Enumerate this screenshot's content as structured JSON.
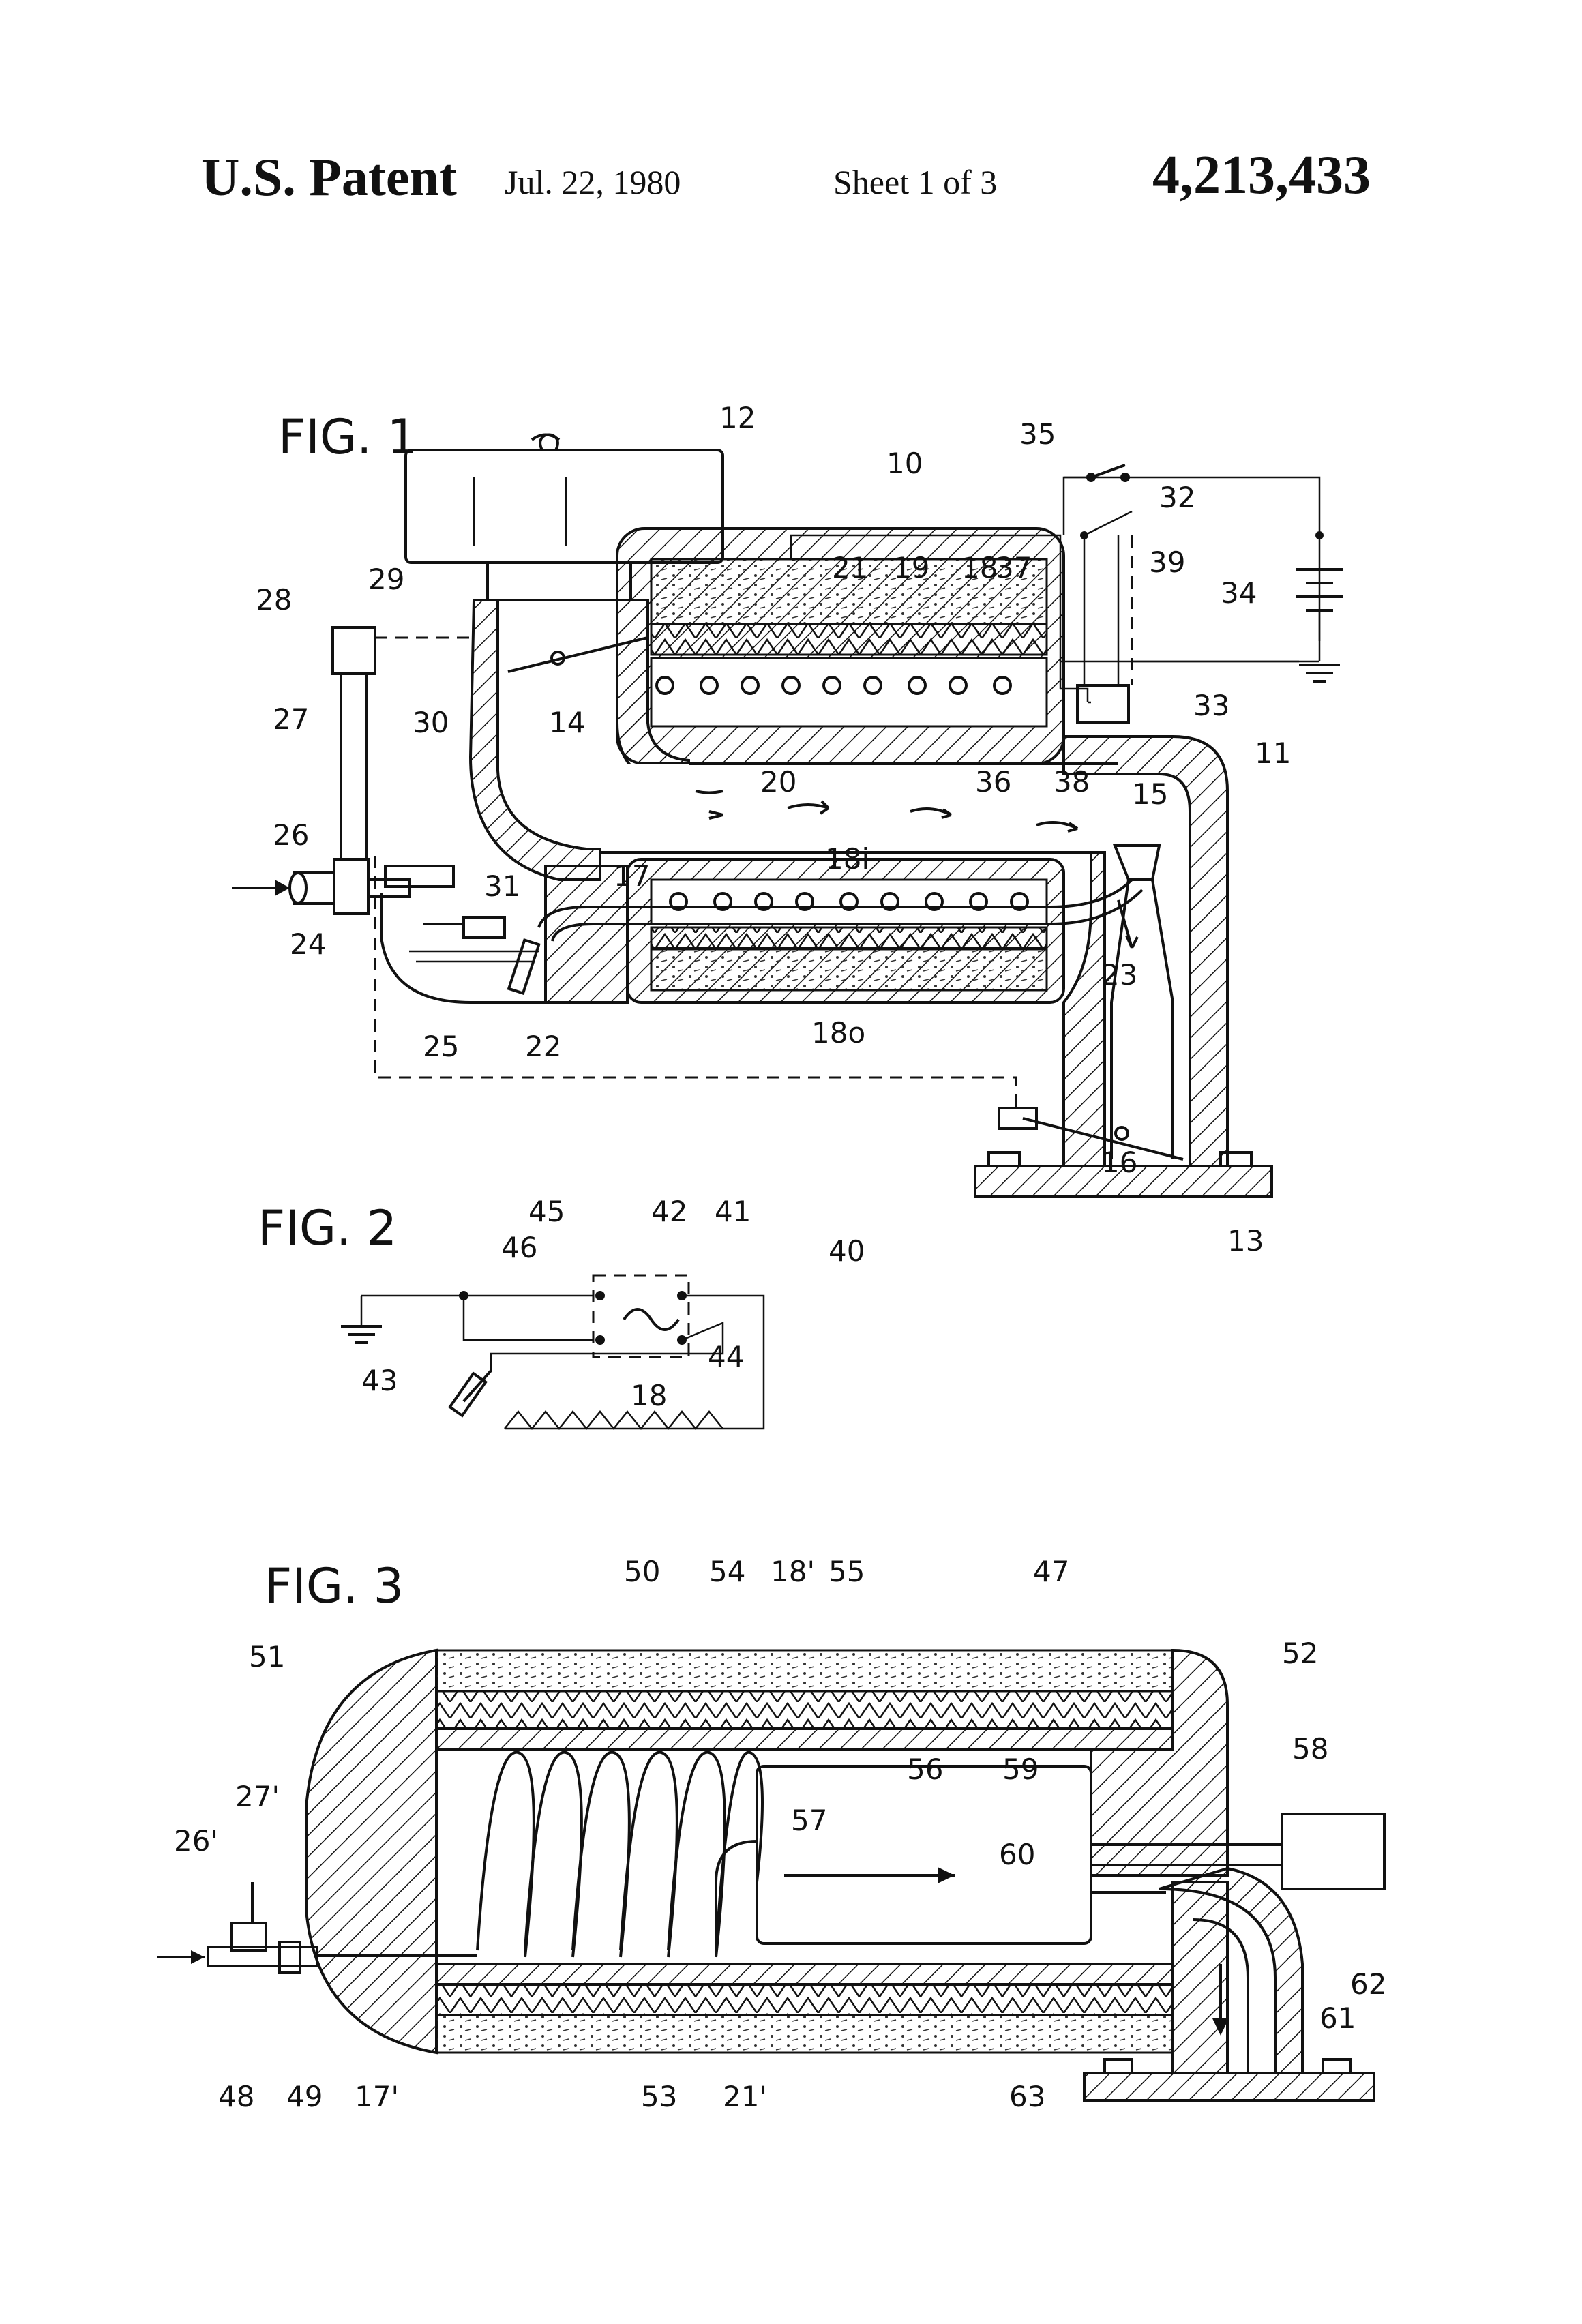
{
  "header": {
    "title": "U.S. Patent",
    "date": "Jul. 22, 1980",
    "sheet": "Sheet 1 of 3",
    "patent_number": "4,213,433"
  },
  "figures": {
    "fig1": "FIG. 1",
    "fig2": "FIG. 2",
    "fig3": "FIG. 3"
  },
  "fig1_refs": [
    "10",
    "11",
    "12",
    "13",
    "14",
    "15",
    "16",
    "17",
    "18",
    "18i",
    "18o",
    "19",
    "20",
    "21",
    "22",
    "23",
    "24",
    "25",
    "26",
    "27",
    "28",
    "29",
    "30",
    "31",
    "32",
    "33",
    "34",
    "35",
    "36",
    "37",
    "38",
    "39"
  ],
  "fig2_refs": [
    "18",
    "40",
    "41",
    "42",
    "43",
    "44",
    "45",
    "46"
  ],
  "fig3_refs": [
    "17'",
    "18'",
    "21'",
    "26'",
    "27'",
    "47",
    "48",
    "49",
    "50",
    "51",
    "52",
    "53",
    "54",
    "55",
    "56",
    "57",
    "58",
    "59",
    "60",
    "61",
    "62",
    "63"
  ]
}
